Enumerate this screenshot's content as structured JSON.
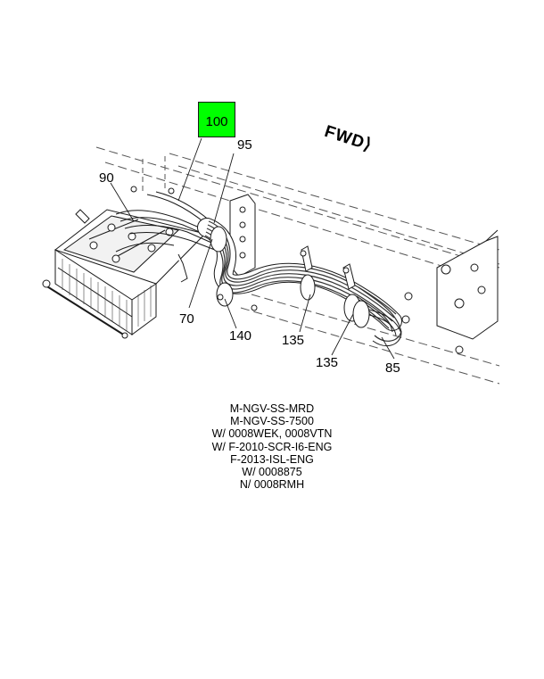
{
  "highlighted_callout": "100",
  "direction_label": "FWD",
  "callouts": {
    "c95": "95",
    "c90": "90",
    "c70": "70",
    "c140": "140",
    "c135a": "135",
    "c135b": "135",
    "c85": "85"
  },
  "notes": [
    "M-NGV-SS-MRD",
    "M-NGV-SS-7500",
    "W/ 0008WEK, 0008VTN",
    "W/ F-2010-SCR-I6-ENG",
    "F-2013-ISL-ENG",
    "W/ 0008875",
    "N/ 0008RMH"
  ],
  "colors": {
    "highlight": "#00ff00",
    "line": "#1a1a1a",
    "cable": "#333333"
  }
}
